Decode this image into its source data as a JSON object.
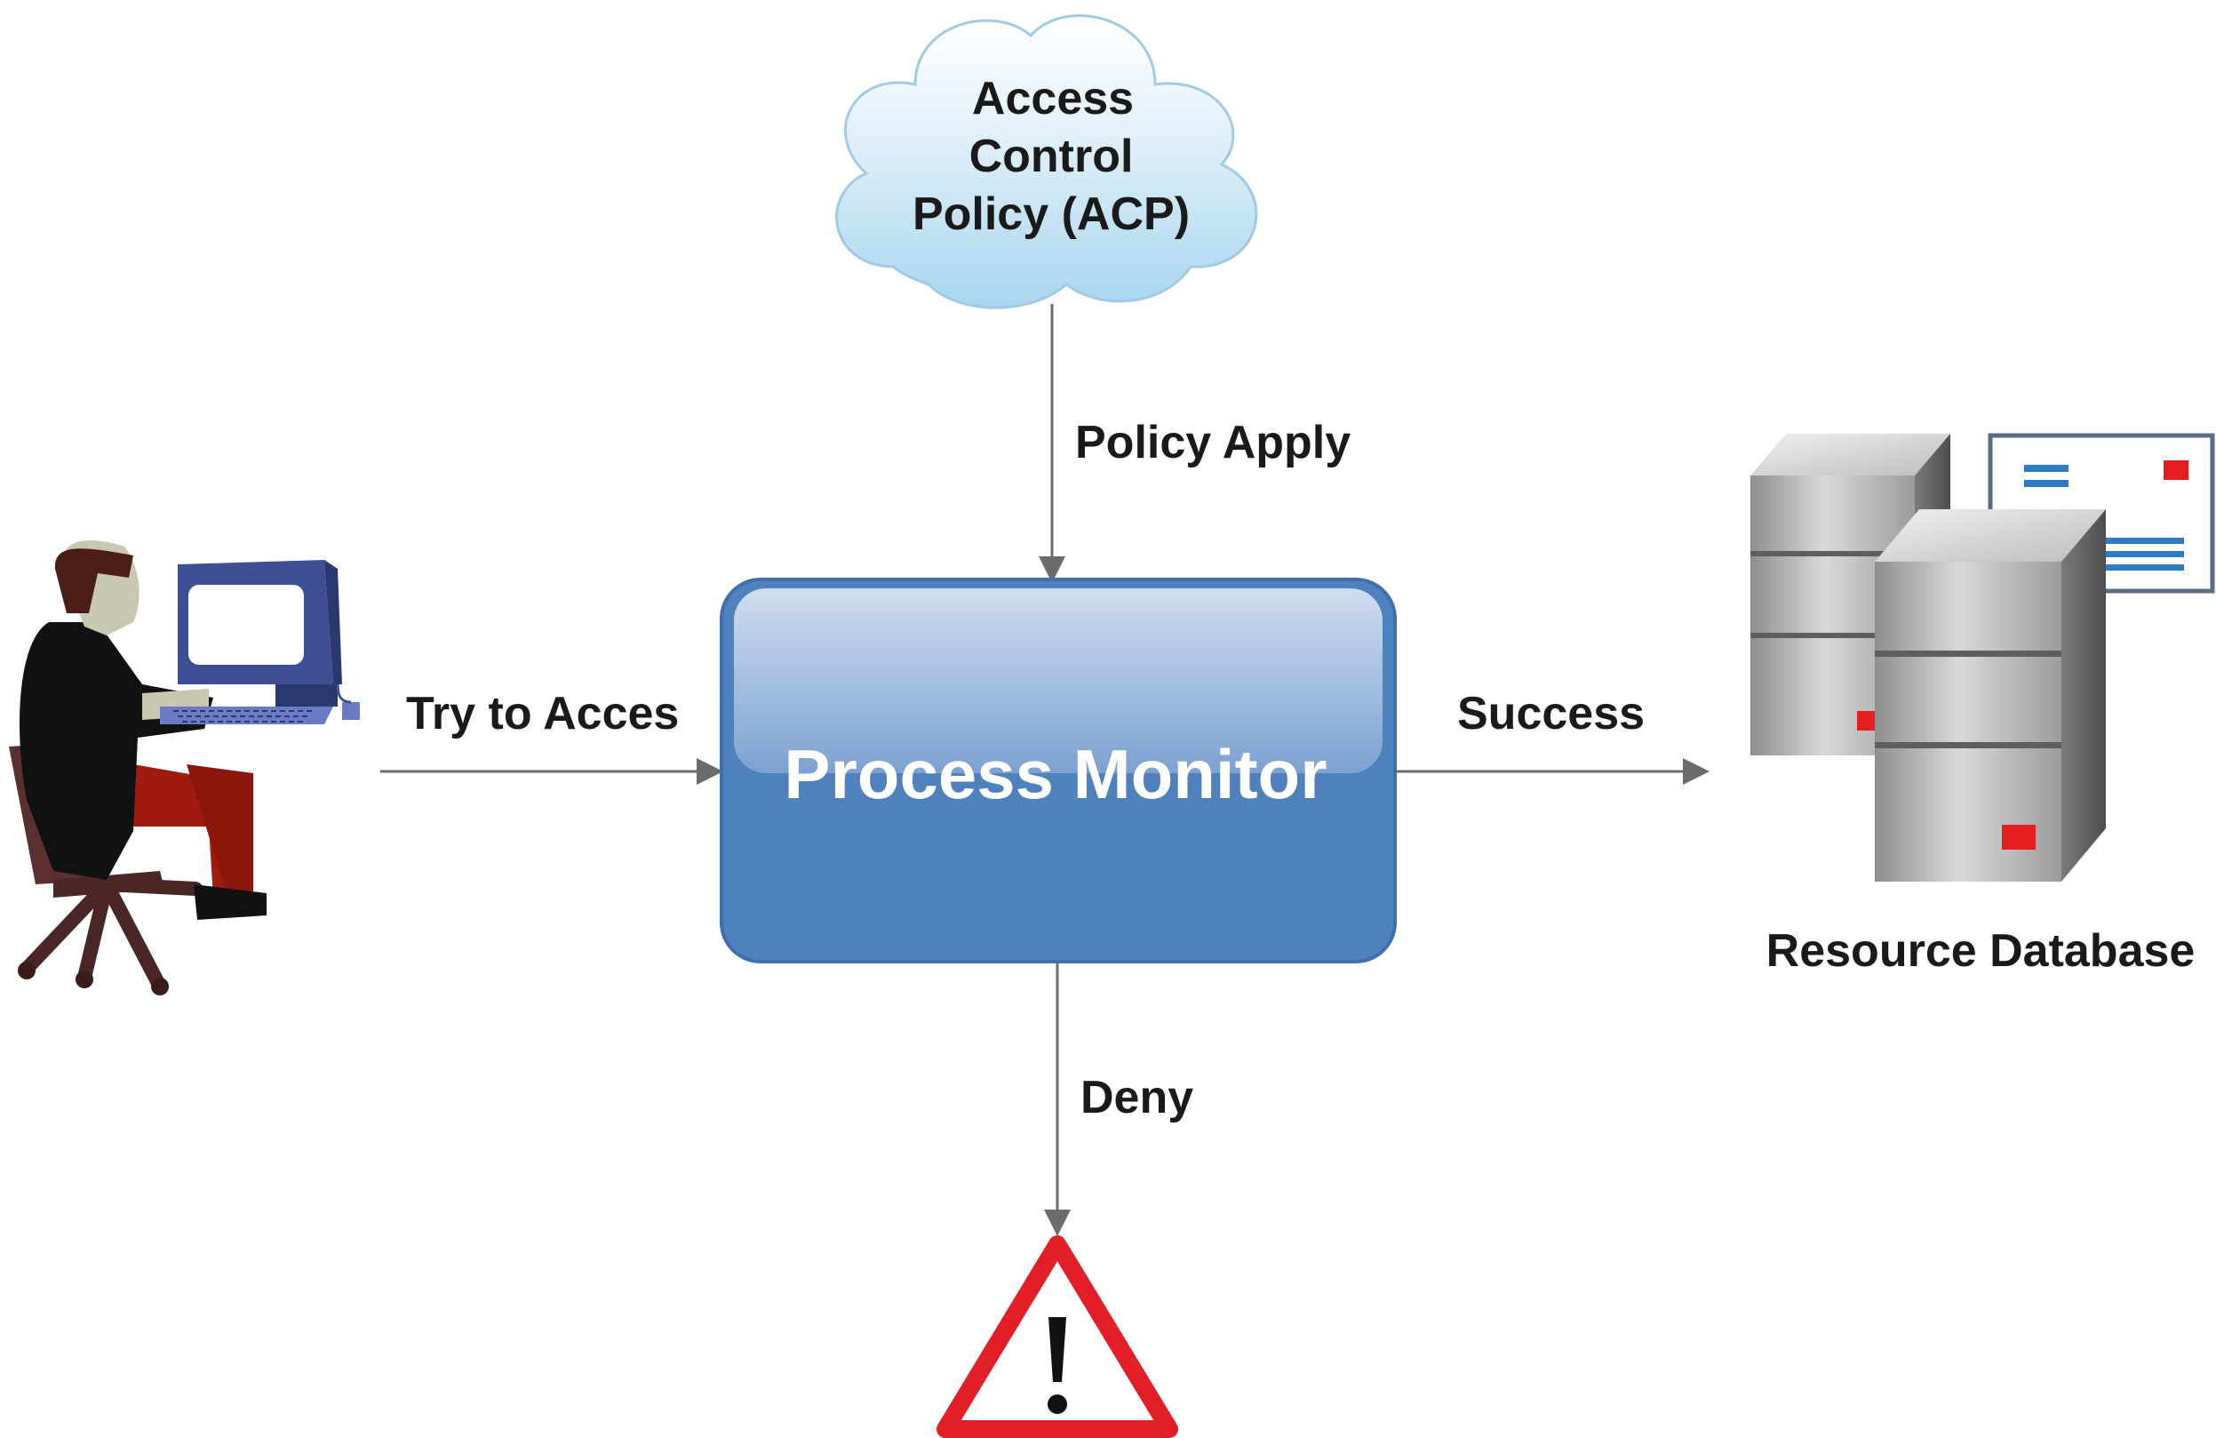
{
  "cloud": {
    "line1": "Access",
    "line2": "Control",
    "line3": "Policy (ACP)"
  },
  "process_monitor": {
    "label": "Process Monitor"
  },
  "edges": {
    "policy_apply": "Policy Apply",
    "try_access": "Try to Acces",
    "success": "Success",
    "deny": "Deny"
  },
  "resource": {
    "label": "Resource Database"
  },
  "icons": {
    "user": "user-at-computer-icon",
    "server": "server-database-icon",
    "warning": "warning-triangle-icon",
    "cloud": "cloud-icon"
  },
  "colors": {
    "process_monitor": "#4f81bd",
    "cloud_fill": "#b9dcf0",
    "warning_red": "#e21f26",
    "arrow": "#6b6b6b"
  }
}
